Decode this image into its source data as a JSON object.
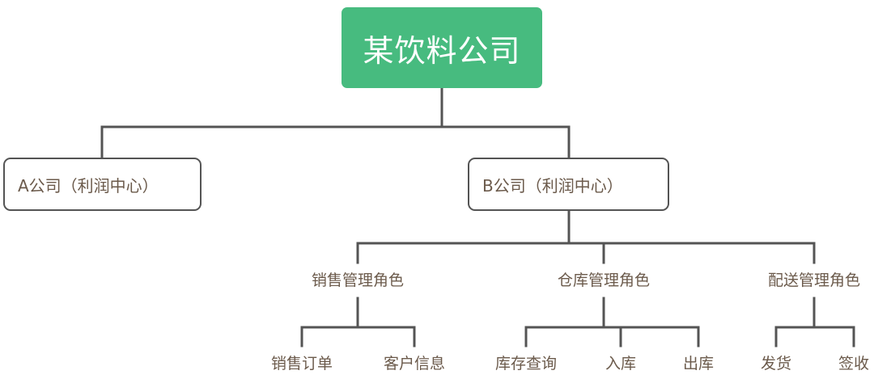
{
  "root": {
    "label": "某饮料公司"
  },
  "companies": [
    {
      "label": "A公司（利润中心）"
    },
    {
      "label": "B公司（利润中心）"
    }
  ],
  "roles": [
    {
      "label": "销售管理角色",
      "functions": [
        "销售订单",
        "客户信息"
      ]
    },
    {
      "label": "仓库管理角色",
      "functions": [
        "库存查询",
        "入库",
        "出库"
      ]
    },
    {
      "label": "配送管理角色",
      "functions": [
        "发货",
        "签收"
      ]
    }
  ],
  "colors": {
    "root_fill": "#47bb7f",
    "root_text": "#ffffff",
    "line": "#545454",
    "text": "#6b5a4b"
  }
}
